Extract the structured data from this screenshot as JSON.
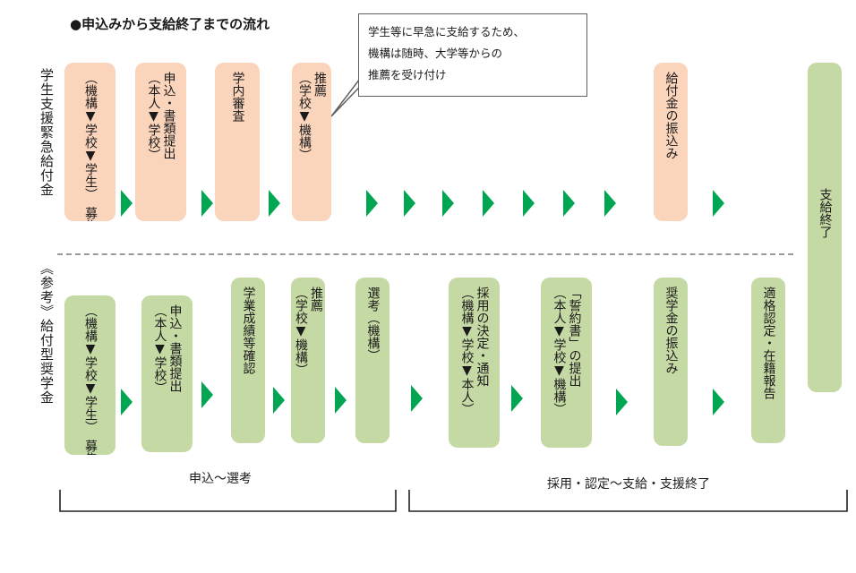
{
  "title": "●申込みから支給終了までの流れ",
  "rows": {
    "top_label": "学生支援緊急給付金",
    "bottom_label": "《参考》給付型奨学金"
  },
  "callout": {
    "lines": [
      "学生等に早急に支給するため、",
      "機構は随時、大学等からの",
      "推薦を受け付け"
    ]
  },
  "top_steps": [
    "（機構▼学校▼学生）　募集",
    "申込・書類提出\n（本人▼学校）",
    "学内審査",
    "推薦\n（学校▼機構）",
    "給付金の振込み"
  ],
  "bottom_steps": [
    "（機構▼学校▼学生）　募集",
    "申込・書類提出\n（本人▼学校）",
    "学業成績等確認",
    "推薦\n（学校▼機構）",
    "選考（機構）",
    "採用の決定・通知\n（機構▼学校▼本人）",
    "「誓約書」の提出\n（本人▼学校▼機構）",
    "奨学金の振込み",
    "適格認定・在籍報告"
  ],
  "end_step": "支給終了",
  "brackets": {
    "left_label": "申込〜選考",
    "right_label": "採用・認定〜支給・支援終了"
  },
  "colors": {
    "top_pill": "#fbd4bc",
    "bottom_pill": "#c5d9a4",
    "arrow": "#00a651"
  }
}
